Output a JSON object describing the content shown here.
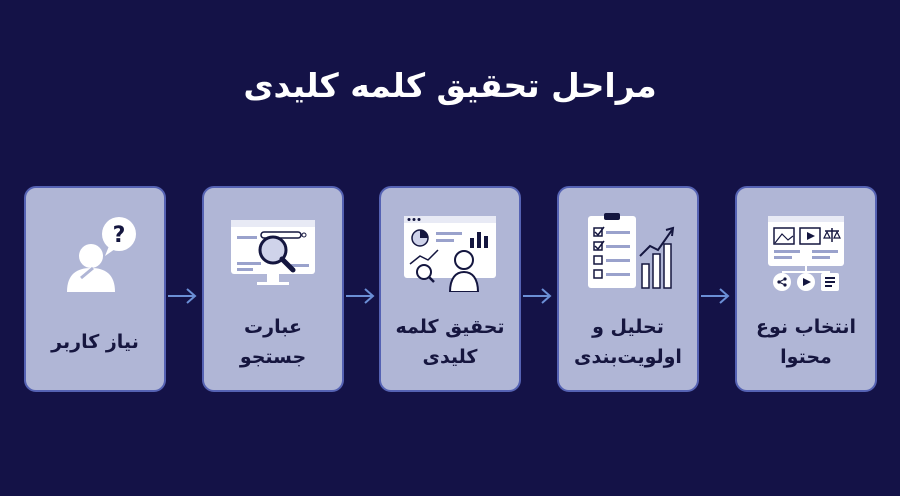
{
  "title": "مراحل تحقیق کلمه کلیدی",
  "colors": {
    "background": "#141247",
    "card": "#b0b6d6",
    "card_border": "#5562b3",
    "arrow": "#6b8fd6",
    "text_dark": "#16163f",
    "title_text": "#ffffff"
  },
  "steps": [
    {
      "label": "نیاز کاربر",
      "icon": "user-question-icon"
    },
    {
      "label": "عبارت\nجستجو",
      "icon": "search-browser-icon"
    },
    {
      "label": "تحقیق کلمه\nکلیدی",
      "icon": "analytics-dashboard-icon"
    },
    {
      "label": "تحلیل و\nاولویت‌بندی",
      "icon": "checklist-chart-icon"
    },
    {
      "label": "انتخاب نوع\nمحتوا",
      "icon": "content-types-icon"
    }
  ]
}
